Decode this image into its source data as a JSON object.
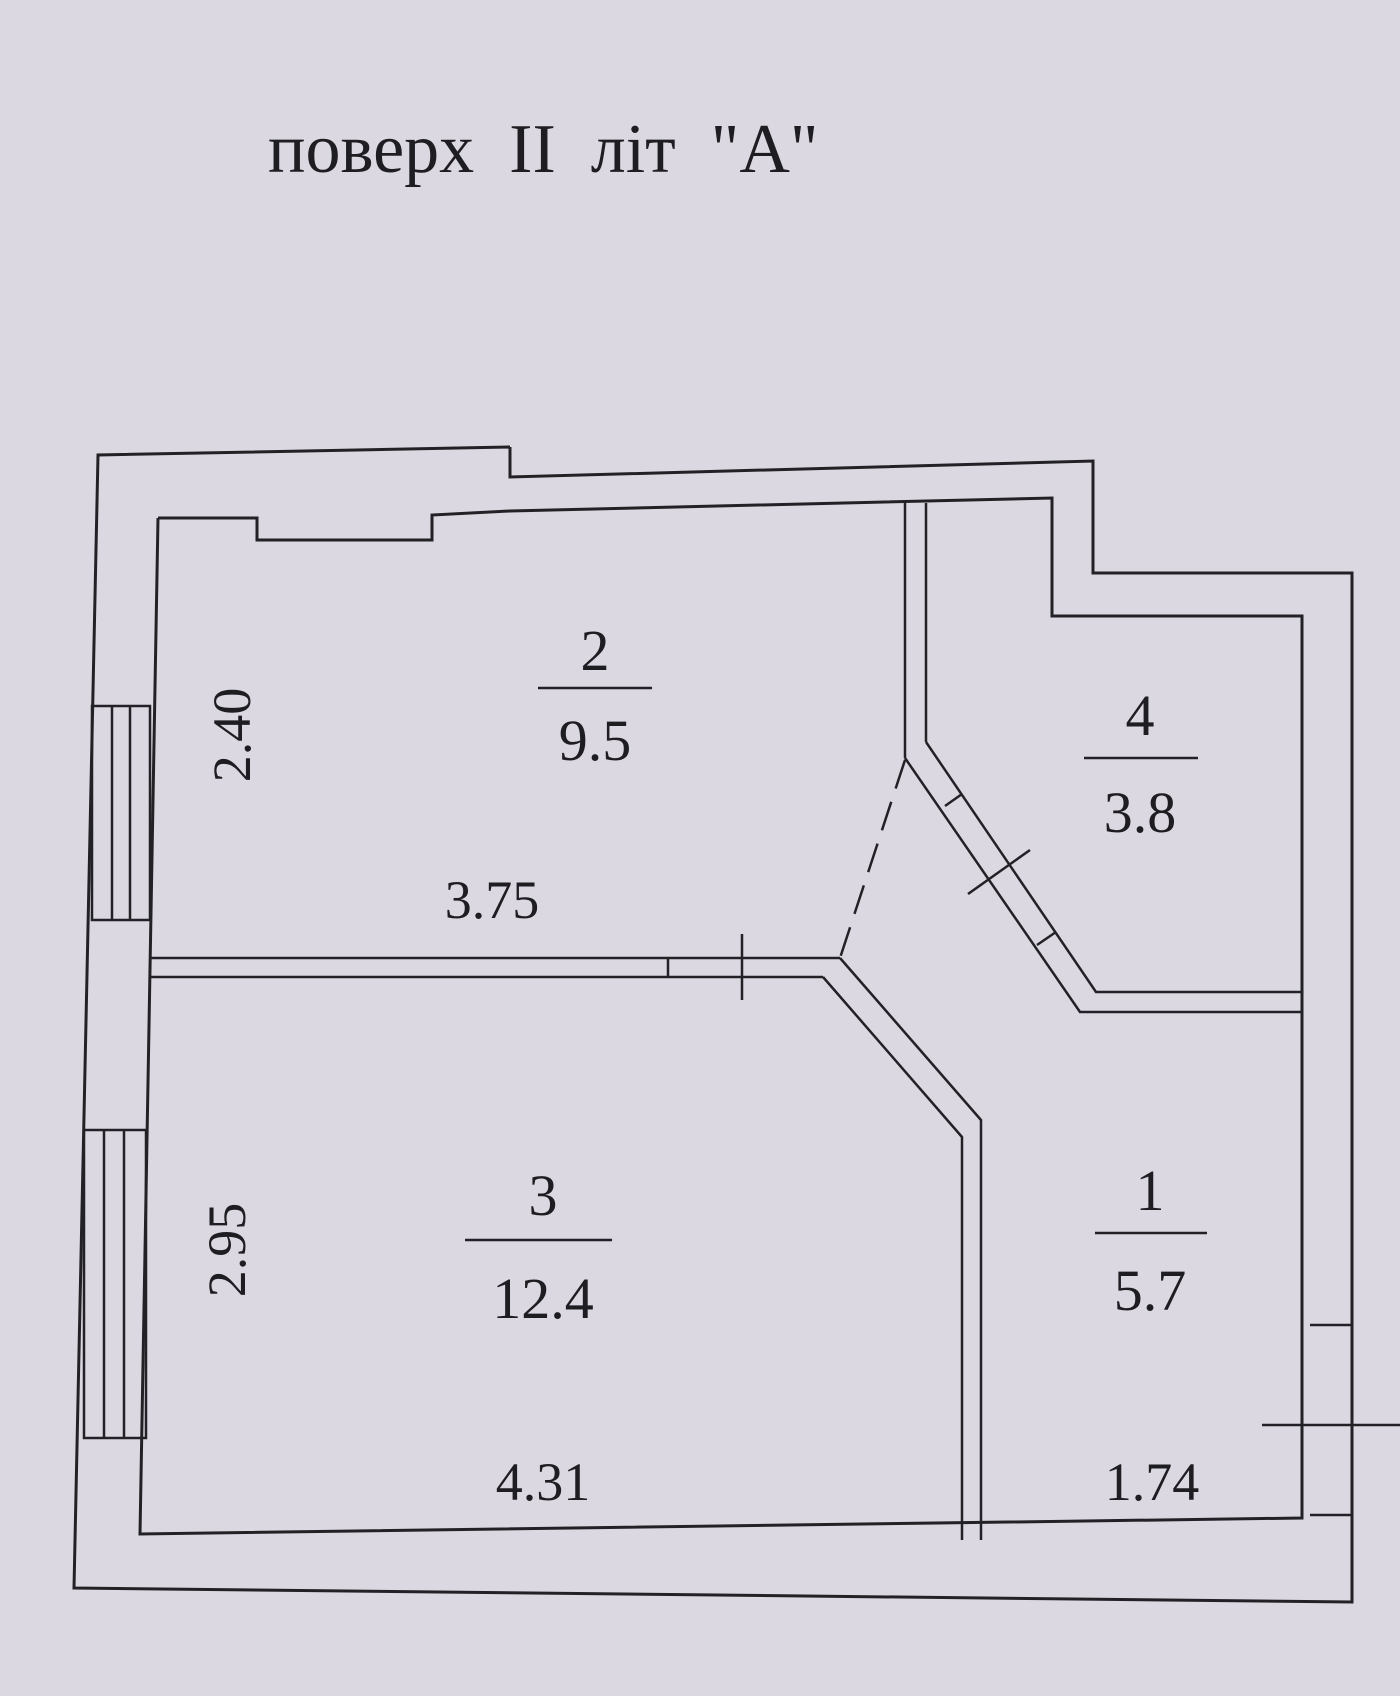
{
  "title": "поверх  ІІ  літ  \"А\"",
  "rooms": [
    {
      "number": "2",
      "area": "9.5"
    },
    {
      "number": "4",
      "area": "3.8"
    },
    {
      "number": "3",
      "area": "12.4"
    },
    {
      "number": "1",
      "area": "5.7"
    }
  ],
  "dimensions": {
    "room2_height": "2.40",
    "room2_width": "3.75",
    "room3_height": "2.95",
    "room3_width": "4.31",
    "room1_width": "1.74"
  },
  "colors": {
    "paper": "#dcd8e2",
    "ink": "#1e1e22"
  }
}
